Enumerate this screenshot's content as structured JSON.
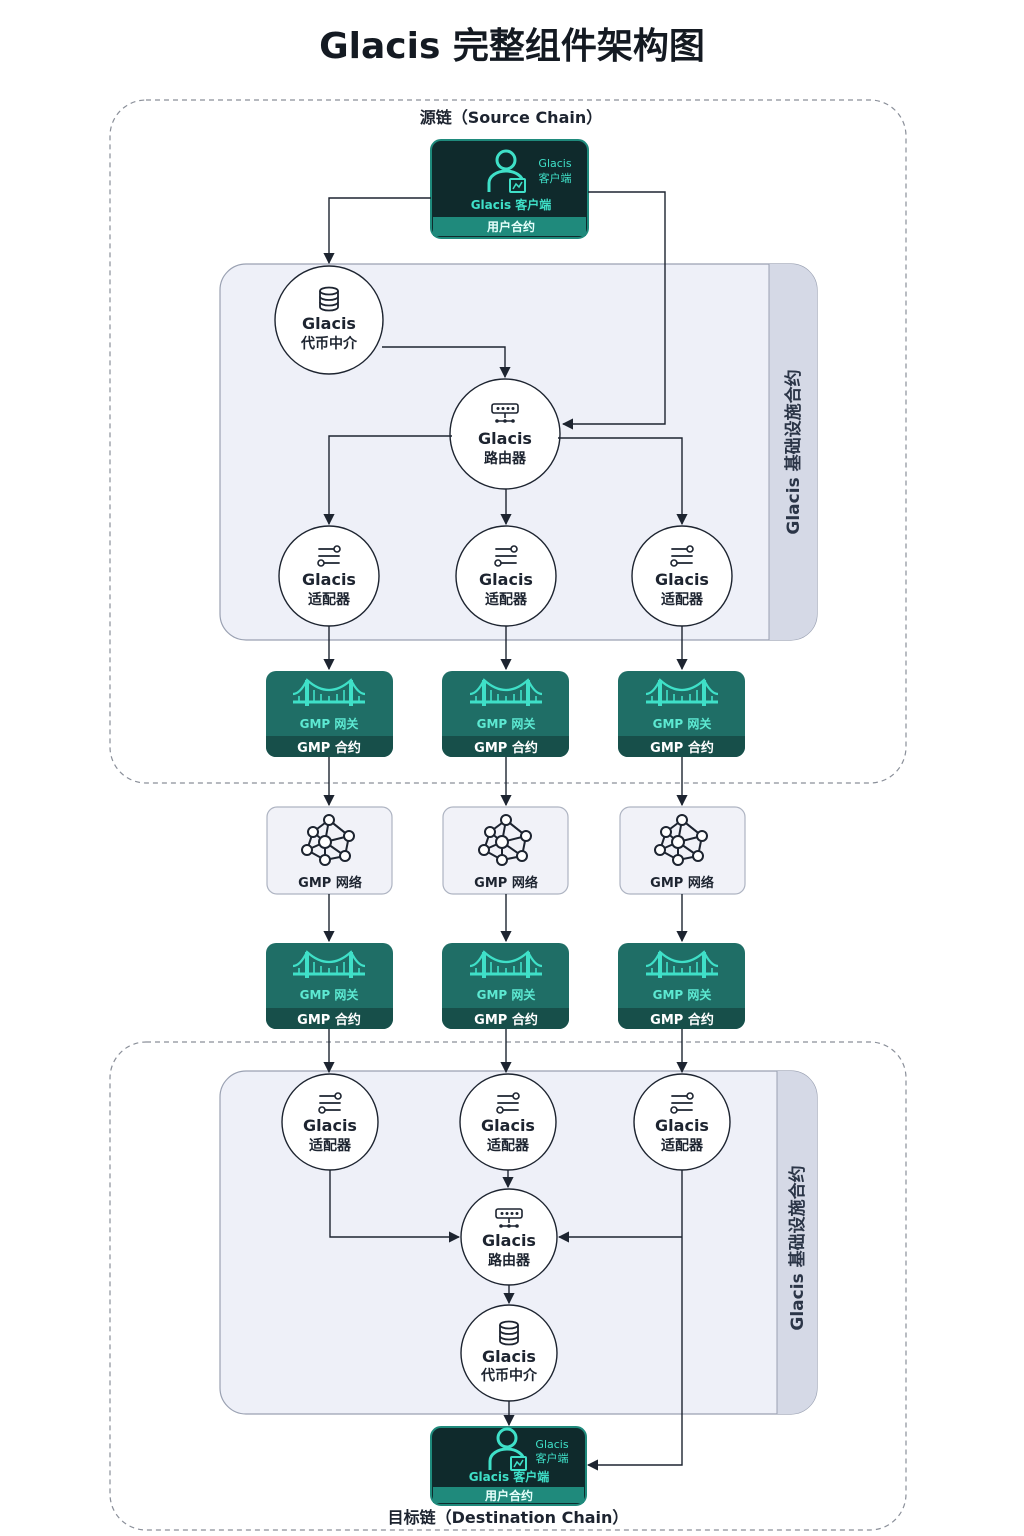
{
  "title": "Glacis 完整组件架构图",
  "source_chain": {
    "label": "源链（Source Chain）",
    "side_label": "Glacis 基础设施合约",
    "client": {
      "small_line1": "Glacis",
      "small_line2": "客户端",
      "name": "Glacis 客户端",
      "footer": "用户合约"
    },
    "token_broker": {
      "line1": "Glacis",
      "line2": "代币中介"
    },
    "router": {
      "line1": "Glacis",
      "line2": "路由器"
    },
    "adapters": [
      {
        "line1": "Glacis",
        "line2": "适配器"
      },
      {
        "line1": "Glacis",
        "line2": "适配器"
      },
      {
        "line1": "Glacis",
        "line2": "适配器"
      }
    ],
    "gateways": [
      {
        "sub": "GMP 网关",
        "footer": "GMP 合约"
      },
      {
        "sub": "GMP 网关",
        "footer": "GMP 合约"
      },
      {
        "sub": "GMP 网关",
        "footer": "GMP 合约"
      }
    ]
  },
  "networks": [
    {
      "label": "GMP 网络"
    },
    {
      "label": "GMP 网络"
    },
    {
      "label": "GMP 网络"
    }
  ],
  "destination_chain": {
    "label": "目标链（Destination Chain）",
    "side_label": "Glacis 基础设施合约",
    "gateways": [
      {
        "sub": "GMP 网关",
        "footer": "GMP 合约"
      },
      {
        "sub": "GMP 网关",
        "footer": "GMP 合约"
      },
      {
        "sub": "GMP 网关",
        "footer": "GMP 合约"
      }
    ],
    "adapters": [
      {
        "line1": "Glacis",
        "line2": "适配器"
      },
      {
        "line1": "Glacis",
        "line2": "适配器"
      },
      {
        "line1": "Glacis",
        "line2": "适配器"
      }
    ],
    "router": {
      "line1": "Glacis",
      "line2": "路由器"
    },
    "token_broker": {
      "line1": "Glacis",
      "line2": "代币中介"
    },
    "client": {
      "small_line1": "Glacis",
      "small_line2": "客户端",
      "name": "Glacis 客户端",
      "footer": "用户合约"
    }
  },
  "colors": {
    "client_bg": "#0f2a2c",
    "client_accent": "#1f8a7c",
    "gateway_bg": "#1f6e66",
    "gateway_footer": "#174f4a",
    "teal_glyph": "#3fe0c8",
    "panel_bg": "#eef0f8",
    "side_strip": "#d5d9e6"
  },
  "icons": {
    "client": "user-contract-icon",
    "token_broker": "database-icon",
    "router": "router-icon",
    "adapter": "adapter-icon",
    "gateway": "bridge-icon",
    "network": "network-icon"
  }
}
